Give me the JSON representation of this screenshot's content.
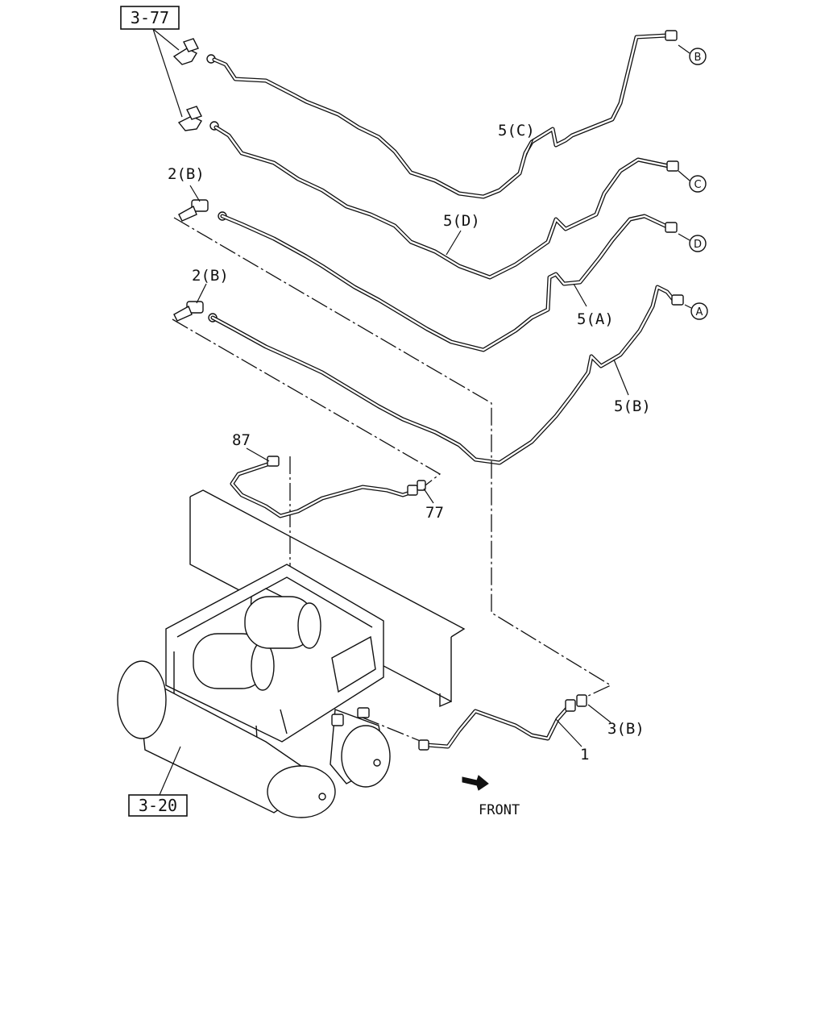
{
  "diagram": {
    "ref_boxes": {
      "top": "3-77",
      "bottom": "3-20"
    },
    "callouts": {
      "pipe_5c": "5(C)",
      "pipe_5d": "5(D)",
      "pipe_5a": "5(A)",
      "pipe_5b": "5(B)",
      "fitting_2b_upper": "2(B)",
      "fitting_2b_lower": "2(B)",
      "part_87": "87",
      "part_77": "77",
      "part_3b": "3(B)",
      "part_1": "1"
    },
    "connection_markers": {
      "b": "B",
      "c": "C",
      "d": "D",
      "a": "A"
    },
    "direction_label": "FRONT"
  }
}
